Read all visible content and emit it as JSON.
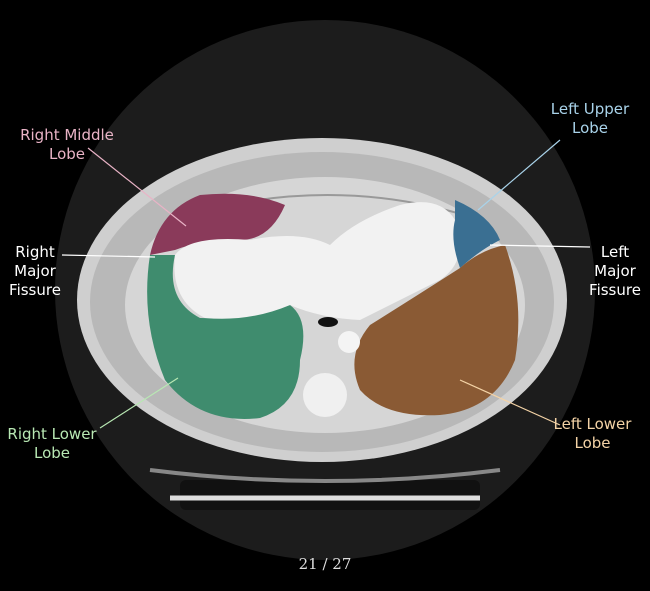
{
  "labels": {
    "right_middle_lobe": {
      "line1": "Right Middle",
      "line2": "Lobe",
      "color": "#e9b3c6"
    },
    "right_major_fissure": {
      "line1": "Right",
      "line2": "Major",
      "line3": "Fissure",
      "color": "#ffffff"
    },
    "right_lower_lobe": {
      "line1": "Right Lower",
      "line2": "Lobe",
      "color": "#b8e8b3"
    },
    "left_upper_lobe": {
      "line1": "Left Upper",
      "line2": "Lobe",
      "color": "#a9d3ea"
    },
    "left_major_fissure": {
      "line1": "Left",
      "line2": "Major",
      "line3": "Fissure",
      "color": "#ffffff"
    },
    "left_lower_lobe": {
      "line1": "Left Lower",
      "line2": "Lobe",
      "color": "#f4d3a6"
    }
  },
  "slide_counter": "21 / 27"
}
